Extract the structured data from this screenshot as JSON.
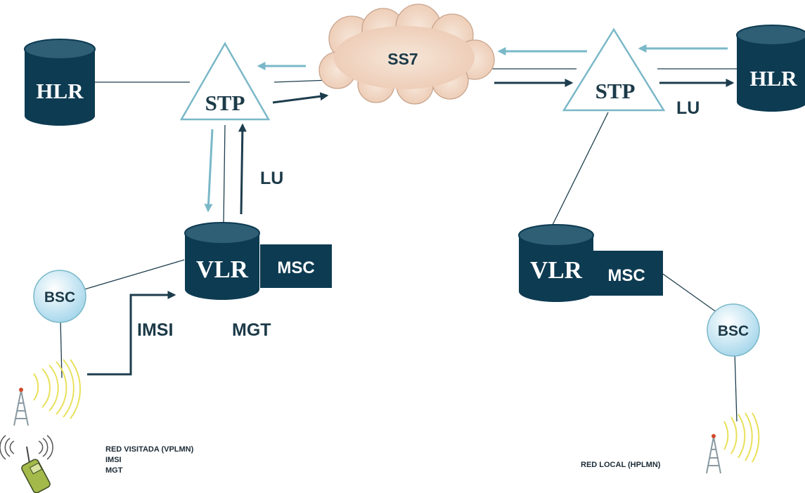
{
  "colors": {
    "node_dark": "#0d3b52",
    "node_top": "#2e5f75",
    "arrow_light": "#7ab8c8",
    "arrow_dark": "#1d3d4d",
    "triangle_stroke": "#7ab8c8",
    "cloud_fill": "#f3dccb",
    "bsc_fill": "#cfe9f5",
    "text_dark": "#1c3a48",
    "text_white": "#ffffff"
  },
  "cloud_label": "SS7",
  "left": {
    "hlr_label": "HLR",
    "stp_label": "STP",
    "vlr_label": "VLR",
    "msc_label": "MSC",
    "bsc_label": "BSC",
    "lu_label": "LU",
    "imsi_label": "IMSI",
    "mgt_label": "MGT",
    "notes": [
      "RED VISITADA  (VPLMN)",
      "IMSI",
      "MGT"
    ]
  },
  "right": {
    "hlr_label": "HLR",
    "stp_label": "STP",
    "vlr_label": "VLR",
    "msc_label": "MSC",
    "bsc_label": "BSC",
    "lu_label": "LU",
    "notes": [
      "RED LOCAL (HPLMN)"
    ]
  },
  "icons": {
    "tower": "radio-tower-icon",
    "phone": "mobile-phone-icon"
  }
}
